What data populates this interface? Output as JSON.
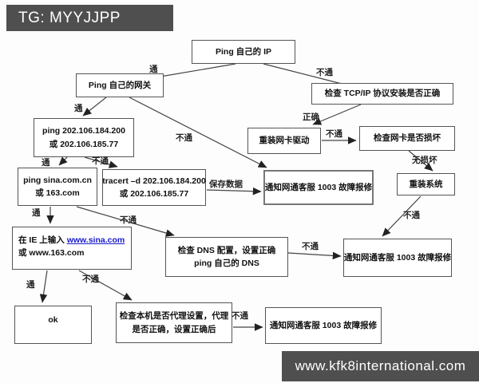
{
  "header": {
    "tag": "TG: MYYJJPP"
  },
  "footer": {
    "url": "www.kfk8international.com"
  },
  "colors": {
    "banner_bg": "#4f4f4f",
    "banner_text": "#ffffff",
    "box_border": "#555555",
    "line_color": "#444444",
    "link_color": "#1a1acc"
  },
  "flowchart": {
    "nodes": [
      {
        "id": "ping-own-ip",
        "lines": [
          "Ping 自己的 IP"
        ]
      },
      {
        "id": "ping-gateway",
        "lines": [
          "Ping 自己的网关"
        ]
      },
      {
        "id": "check-tcpip",
        "lines": [
          "检查 TCP/IP 协议安装是否正确"
        ]
      },
      {
        "id": "ping-dns-servers",
        "lines": [
          "ping 202.106.184.200",
          "或 202.106.185.77"
        ]
      },
      {
        "id": "reinstall-nic-driver",
        "lines": [
          "重装网卡驱动"
        ]
      },
      {
        "id": "check-nic-damage",
        "lines": [
          "检查网卡是否损坏"
        ]
      },
      {
        "id": "ping-sina",
        "lines": [
          "ping sina.com.cn",
          "或 163.com"
        ]
      },
      {
        "id": "tracert",
        "lines": [
          "tracert –d 202.106.184.200",
          "或 202.106.185.77"
        ]
      },
      {
        "id": "notify-support-mid",
        "lines": [
          "通知网通客服 1003 故障报修"
        ]
      },
      {
        "id": "reinstall-system",
        "lines": [
          "重装系统"
        ]
      },
      {
        "id": "ie-input",
        "prefix": "在 IE 上输入 ",
        "link": "www.sina.com",
        "line2": "或 www.163.com"
      },
      {
        "id": "check-dns-config",
        "lines": [
          "检查 DNS 配置，设置正确",
          "ping 自己的 DNS"
        ]
      },
      {
        "id": "notify-support-right",
        "lines": [
          "通知网通客服 1003 故障报修"
        ]
      },
      {
        "id": "ok",
        "lines": [
          "ok"
        ]
      },
      {
        "id": "check-proxy",
        "lines": [
          "检查本机是否代理设置，代理",
          "是否正确，设置正确后"
        ]
      },
      {
        "id": "notify-support-bottom",
        "lines": [
          "通知网通客服 1003 故障报修"
        ]
      }
    ],
    "edges": [
      {
        "from": "ping-own-ip",
        "to": "ping-gateway",
        "label": "通"
      },
      {
        "from": "ping-own-ip",
        "to": "check-tcpip",
        "label": "不通"
      },
      {
        "from": "ping-gateway",
        "to": "ping-dns-servers",
        "label": "通"
      },
      {
        "from": "ping-gateway",
        "to": "notify-support-mid",
        "label": "不通"
      },
      {
        "from": "check-tcpip",
        "to": "reinstall-nic-driver",
        "label": "正确"
      },
      {
        "from": "reinstall-nic-driver",
        "to": "check-nic-damage",
        "label": "不通"
      },
      {
        "from": "check-nic-damage",
        "to": "reinstall-system",
        "label": "无损坏"
      },
      {
        "from": "reinstall-system",
        "to": "notify-support-right",
        "label": "不通"
      },
      {
        "from": "ping-dns-servers",
        "to": "ping-sina",
        "label": "通"
      },
      {
        "from": "ping-dns-servers",
        "to": "tracert",
        "label": "不通"
      },
      {
        "from": "tracert",
        "to": "notify-support-mid",
        "label": "保存数据"
      },
      {
        "from": "ping-sina",
        "to": "ie-input",
        "label": "通"
      },
      {
        "from": "ping-sina",
        "to": "check-dns-config",
        "label": "不通"
      },
      {
        "from": "check-dns-config",
        "to": "notify-support-right",
        "label": "不通"
      },
      {
        "from": "ie-input",
        "to": "ok",
        "label": "通"
      },
      {
        "from": "ie-input",
        "to": "check-proxy",
        "label": "不通"
      },
      {
        "from": "check-proxy",
        "to": "notify-support-bottom",
        "label": "不通"
      }
    ]
  }
}
